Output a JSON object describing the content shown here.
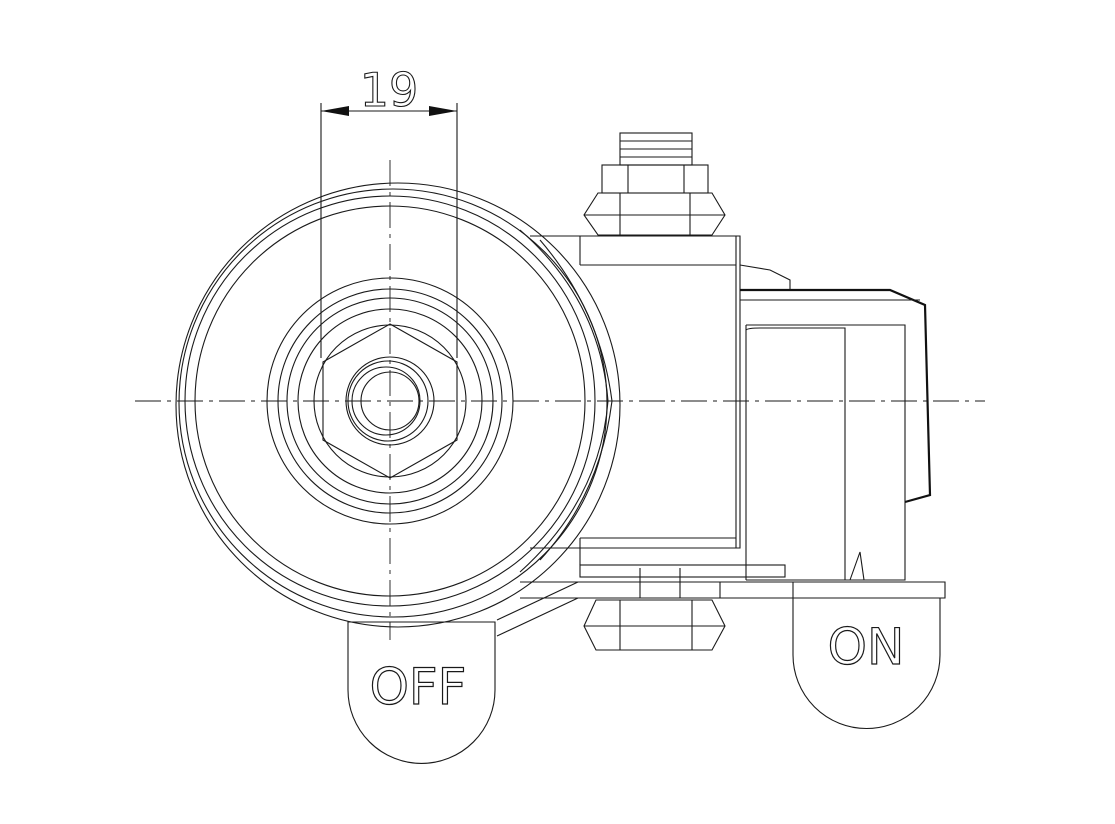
{
  "dimension": {
    "value": "19"
  },
  "labels": {
    "off": "OFF",
    "on": "ON"
  },
  "colors": {
    "line": "#1a1a1a",
    "background": "#ffffff"
  }
}
